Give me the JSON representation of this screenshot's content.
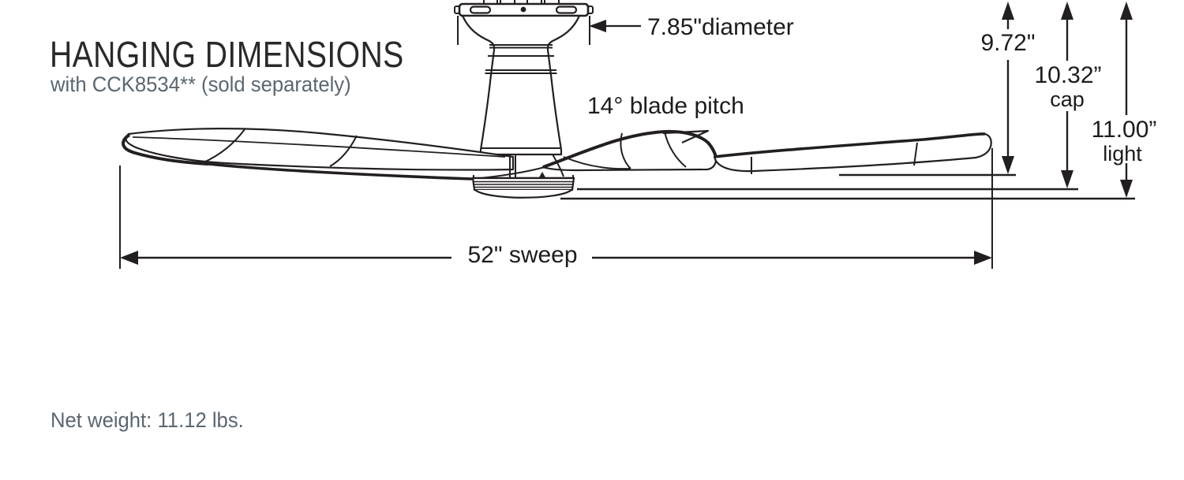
{
  "page": {
    "title": "HANGING DIMENSIONS",
    "subtitle": "with CCK8534** (sold separately)",
    "net_weight": "Net weight: 11.12 lbs."
  },
  "dimensions": {
    "hub_diameter": "7.85\"diameter",
    "blade_pitch": "14° blade pitch",
    "height_to_blade": "9.72\"",
    "height_to_cap": "10.32”",
    "height_to_cap_label": "cap",
    "height_to_light": "11.00”",
    "height_to_light_label": "light",
    "sweep": "52\" sweep"
  },
  "colors": {
    "ink": "#231f20",
    "slate": "#5b6670",
    "background": "#ffffff"
  }
}
